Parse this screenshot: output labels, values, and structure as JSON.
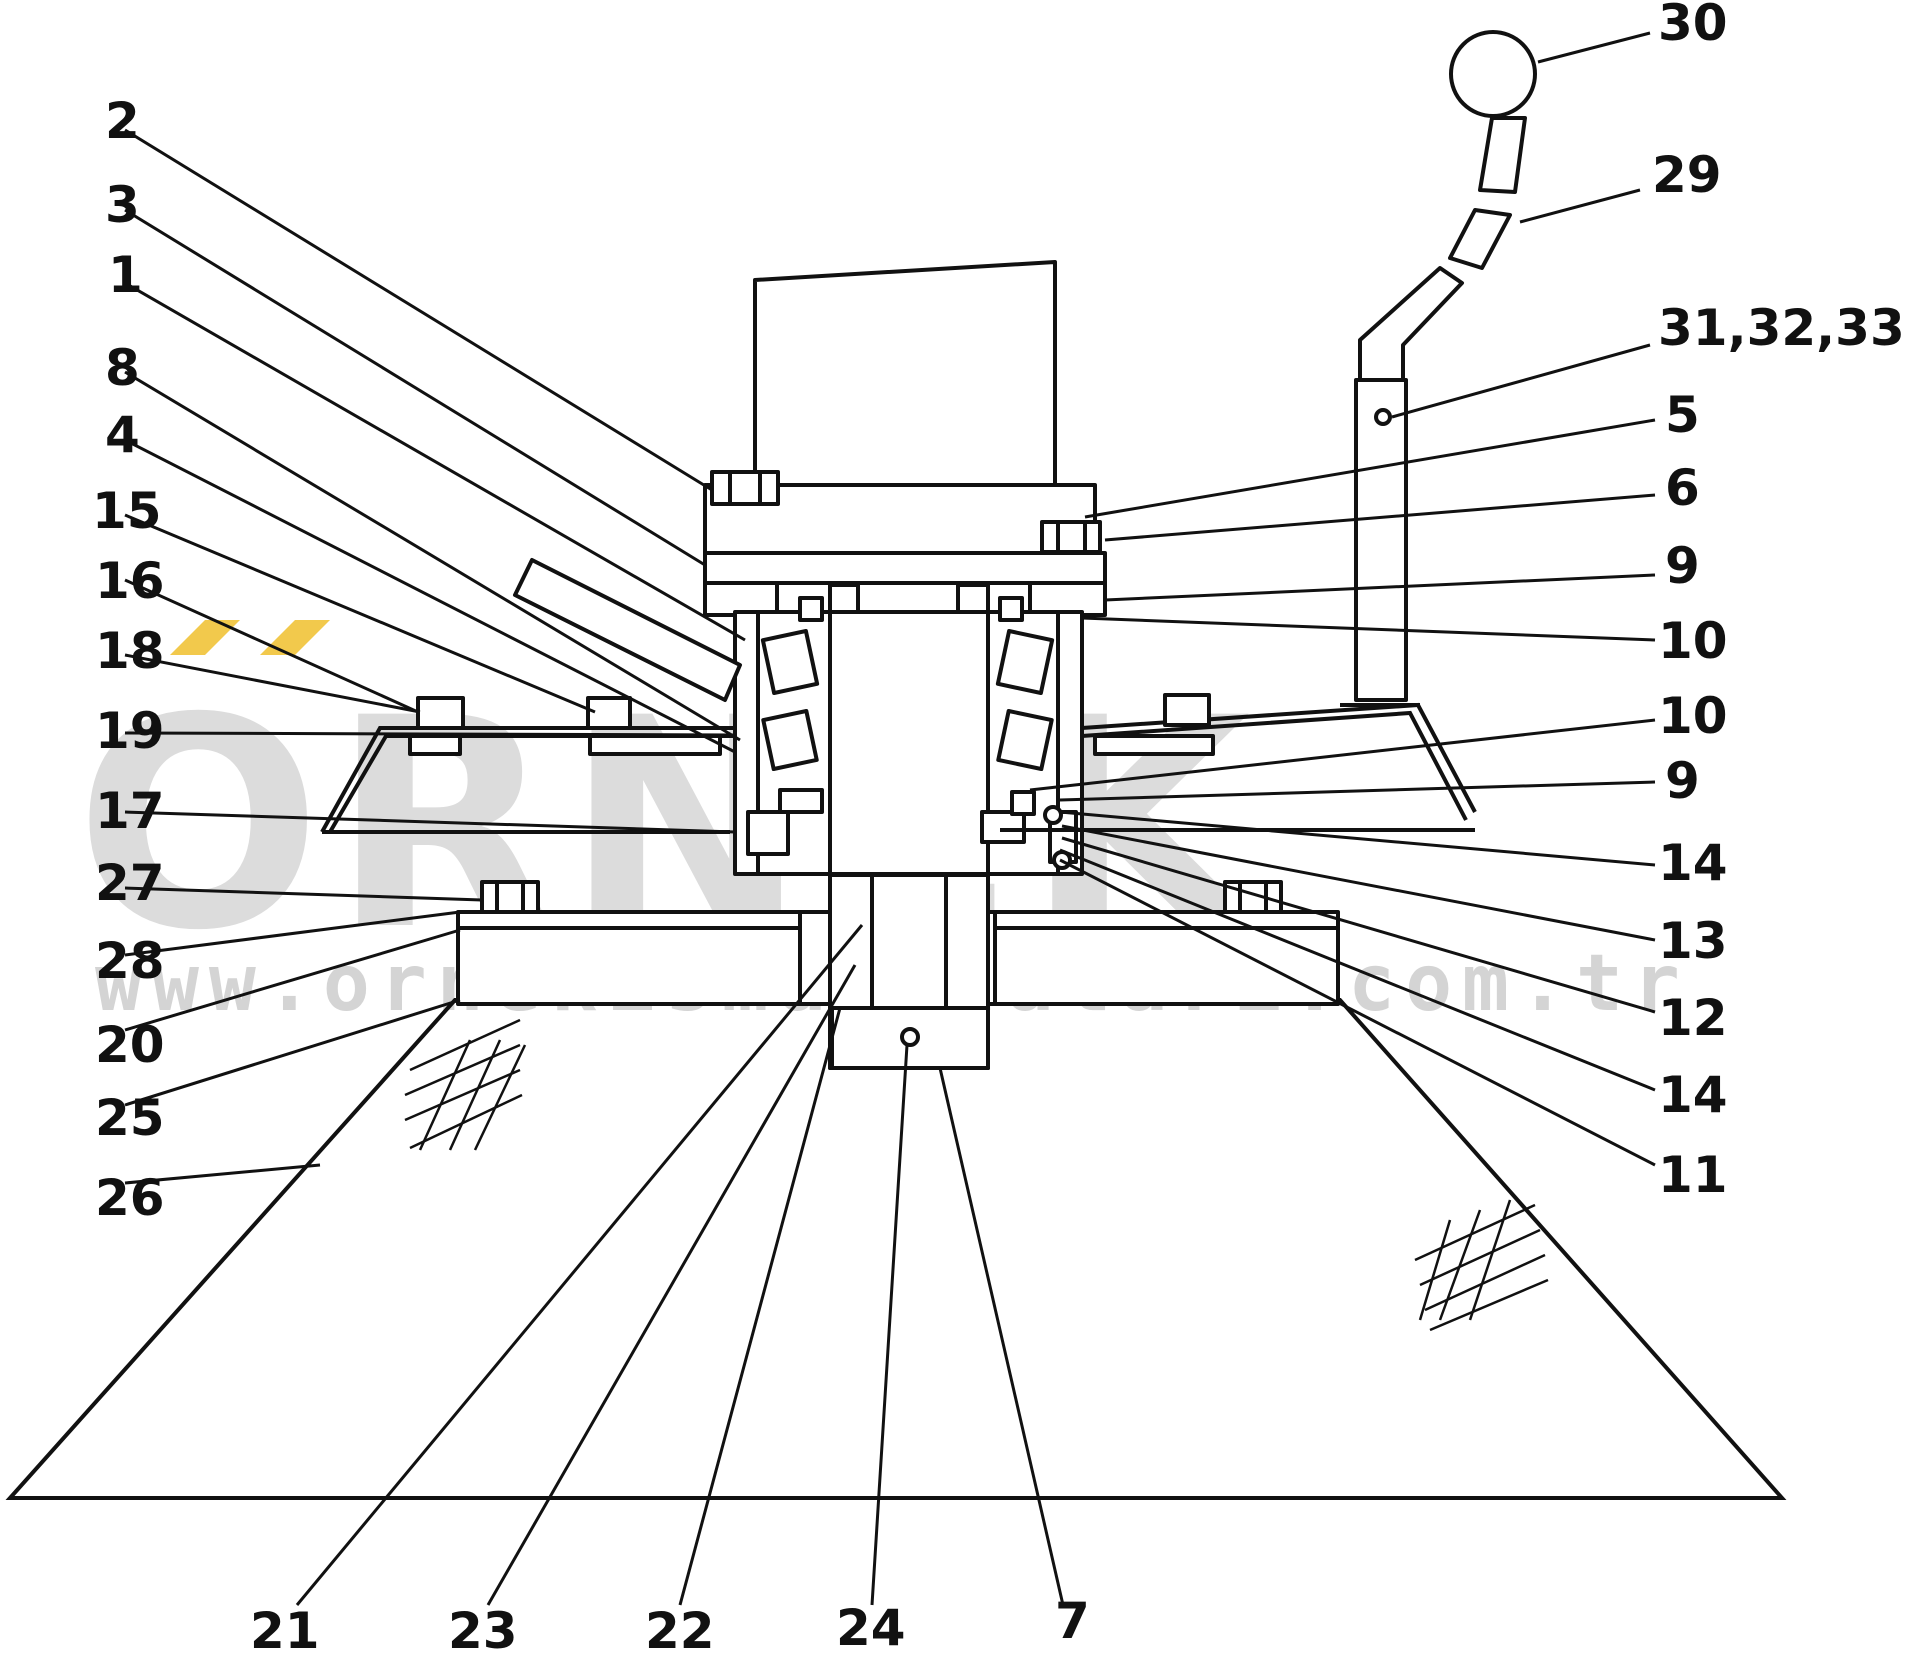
{
  "watermark": {
    "text": "ORNEK",
    "url": "www.ornekismakinalari.com.tr",
    "color": "#d9d9d9",
    "accent": "#f2c94c"
  },
  "callouts": [
    {
      "id": "c30",
      "label": "30"
    },
    {
      "id": "c29",
      "label": "29"
    },
    {
      "id": "c313233",
      "label": "31,32,33"
    },
    {
      "id": "c5",
      "label": "5"
    },
    {
      "id": "c6",
      "label": "6"
    },
    {
      "id": "c9a",
      "label": "9"
    },
    {
      "id": "c10a",
      "label": "10"
    },
    {
      "id": "c10b",
      "label": "10"
    },
    {
      "id": "c9b",
      "label": "9"
    },
    {
      "id": "c14a",
      "label": "14"
    },
    {
      "id": "c13",
      "label": "13"
    },
    {
      "id": "c12",
      "label": "12"
    },
    {
      "id": "c14b",
      "label": "14"
    },
    {
      "id": "c11",
      "label": "11"
    },
    {
      "id": "c2",
      "label": "2"
    },
    {
      "id": "c3",
      "label": "3"
    },
    {
      "id": "c1",
      "label": "1"
    },
    {
      "id": "c8",
      "label": "8"
    },
    {
      "id": "c4",
      "label": "4"
    },
    {
      "id": "c15",
      "label": "15"
    },
    {
      "id": "c16",
      "label": "16"
    },
    {
      "id": "c18",
      "label": "18"
    },
    {
      "id": "c19",
      "label": "19"
    },
    {
      "id": "c17",
      "label": "17"
    },
    {
      "id": "c27",
      "label": "27"
    },
    {
      "id": "c28",
      "label": "28"
    },
    {
      "id": "c20",
      "label": "20"
    },
    {
      "id": "c25",
      "label": "25"
    },
    {
      "id": "c26",
      "label": "26"
    },
    {
      "id": "c21",
      "label": "21"
    },
    {
      "id": "c23",
      "label": "23"
    },
    {
      "id": "c22",
      "label": "22"
    },
    {
      "id": "c24",
      "label": "24"
    },
    {
      "id": "c7",
      "label": "7"
    }
  ]
}
